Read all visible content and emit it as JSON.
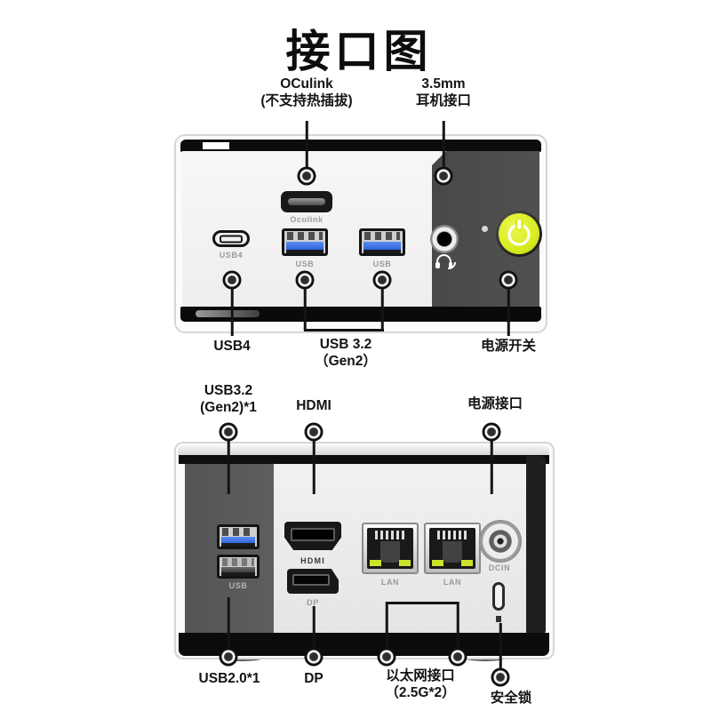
{
  "title": "接口图",
  "front_view": {
    "labels": {
      "oculink1": "OCulink",
      "oculink2": "(不支持热插拔)",
      "jack1": "3.5mm",
      "jack2": "耳机接口",
      "usb4": "USB4",
      "usb32a": "USB 3.2",
      "usb32b": "（Gen2）",
      "power": "电源开关"
    },
    "ports": {
      "oculink": "Oculink",
      "usb4": "USB4",
      "usb_left": "USB",
      "usb_right": "USB"
    }
  },
  "rear_view": {
    "labels": {
      "usb32a": "USB3.2",
      "usb32b": "(Gen2)*1",
      "hdmi": "HDMI",
      "power_in": "电源接口",
      "usb20": "USB2.0*1",
      "dp": "DP",
      "eth1": "以太网接口",
      "eth2": "（2.5G*2）",
      "lock": "安全锁"
    },
    "ports": {
      "usb": "USB",
      "hdmi": "HDMI",
      "dp": "DP",
      "lan_left": "LAN",
      "lan_right": "LAN",
      "dcin": "DCIN"
    }
  },
  "colors": {
    "power_button": "#d9ec1f",
    "usb_blue": "#2b63d9",
    "lan_led": "#cde32b"
  }
}
